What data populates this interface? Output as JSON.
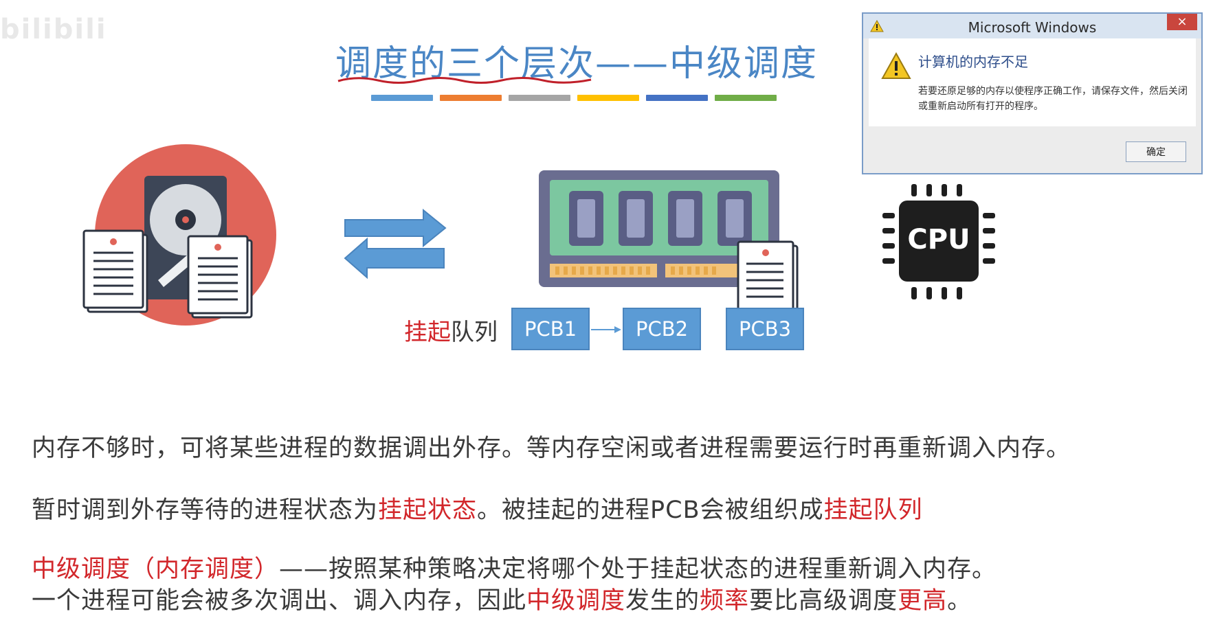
{
  "watermark": "bilibili",
  "title": "调度的三个层次——中级调度",
  "title_bar_colors": [
    "#5b9bd5",
    "#ed7d31",
    "#a5a5a5",
    "#ffc000",
    "#4472c4",
    "#70ad47"
  ],
  "dialog": {
    "title": "Microsoft Windows",
    "close": "×",
    "main_message": "计算机的内存不足",
    "detail": "若要还原足够的内存以使程序正确工作，请保存文件，然后关闭或重新启动所有打开的程序。",
    "ok_label": "确定"
  },
  "cpu_label": "CPU",
  "queue": {
    "label_red": "挂起",
    "label_rest": "队列",
    "pcbs": [
      "PCB1",
      "PCB2",
      "PCB3"
    ]
  },
  "paragraphs": {
    "p1": "内存不够时，可将某些进程的数据调出外存。等内存空闲或者进程需要运行时再重新调入内存。",
    "p2": {
      "a": "暂时调到外存等待的进程状态为",
      "b": "挂起状态",
      "c": "。被挂起的进程PCB会被组织成",
      "d": "挂起队列"
    },
    "p3": {
      "a": "中级调度（内存调度）",
      "b": "——按照某种策略决定将哪个处于挂起状态的进程重新调入内存。"
    },
    "p4": {
      "a": "一个进程可能会被多次调出、调入内存，因此",
      "b": "中级调度",
      "c": "发生的",
      "d": "频率",
      "e": "要比高级调度",
      "f": "更高",
      "g": "。"
    }
  },
  "colors": {
    "accent_blue": "#5b9bd5",
    "red": "#d2272b",
    "title_blue": "#4a86c5"
  }
}
